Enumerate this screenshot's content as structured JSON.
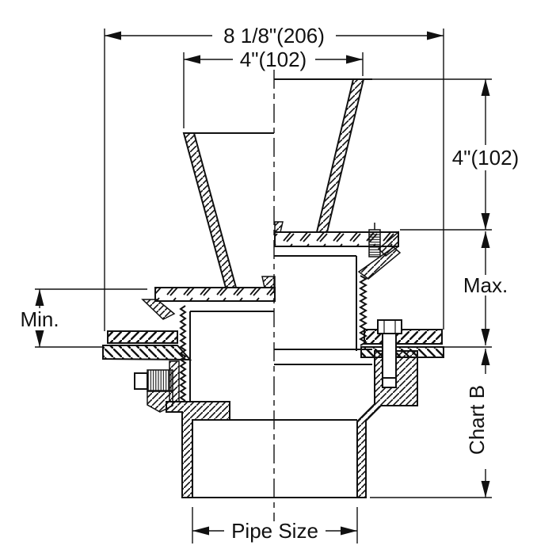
{
  "drawing": {
    "background": "#ffffff",
    "line_color": "#111111",
    "labels": {
      "overall_width": "8 1/8\"(206)",
      "funnel_width": "4\"(102)",
      "funnel_height": "4\"(102)",
      "max": "Max.",
      "min": "Min.",
      "chart_b": "Chart B",
      "pipe_size": "Pipe Size"
    }
  }
}
